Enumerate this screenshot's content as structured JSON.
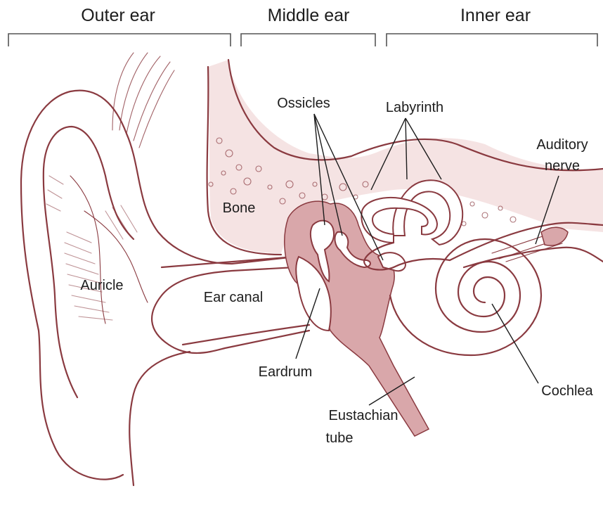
{
  "sections": {
    "outer": "Outer ear",
    "middle": "Middle ear",
    "inner": "Inner ear"
  },
  "labels": {
    "ossicles": "Ossicles",
    "labyrinth": "Labyrinth",
    "auditory_nerve_1": "Auditory",
    "auditory_nerve_2": "nerve",
    "bone": "Bone",
    "auricle": "Auricle",
    "ear_canal": "Ear canal",
    "eardrum": "Eardrum",
    "cochlea": "Cochlea",
    "eustachian_1": "Eustachian",
    "eustachian_2": "tube"
  },
  "colors": {
    "outline": "#8a3a40",
    "tissue": "#d9a7aa",
    "tissue_light": "#f5e3e3",
    "text": "#1c1c1c"
  }
}
